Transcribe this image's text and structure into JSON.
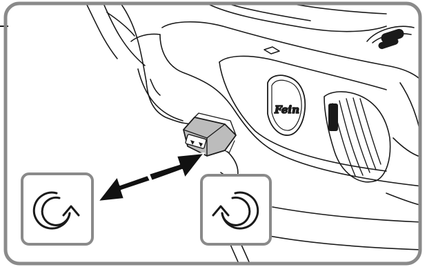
{
  "figure": {
    "logo": {
      "text": "Fein",
      "icon": "fein-logo-icon"
    },
    "callouts": [
      {
        "icon": "rotate-clockwise-icon",
        "direction": "clockwise"
      },
      {
        "icon": "rotate-counterclockwise-icon",
        "direction": "counterclockwise"
      }
    ],
    "arrows": [
      {
        "icon": "arrow-insert-icon",
        "meaning": "insert"
      },
      {
        "icon": "arrow-remove-icon",
        "meaning": "remove"
      }
    ],
    "colors": {
      "frame": "#8a8a8a",
      "line": "#1a1a1a",
      "shade": "#bcbcbc",
      "arrow": "#111111"
    }
  }
}
